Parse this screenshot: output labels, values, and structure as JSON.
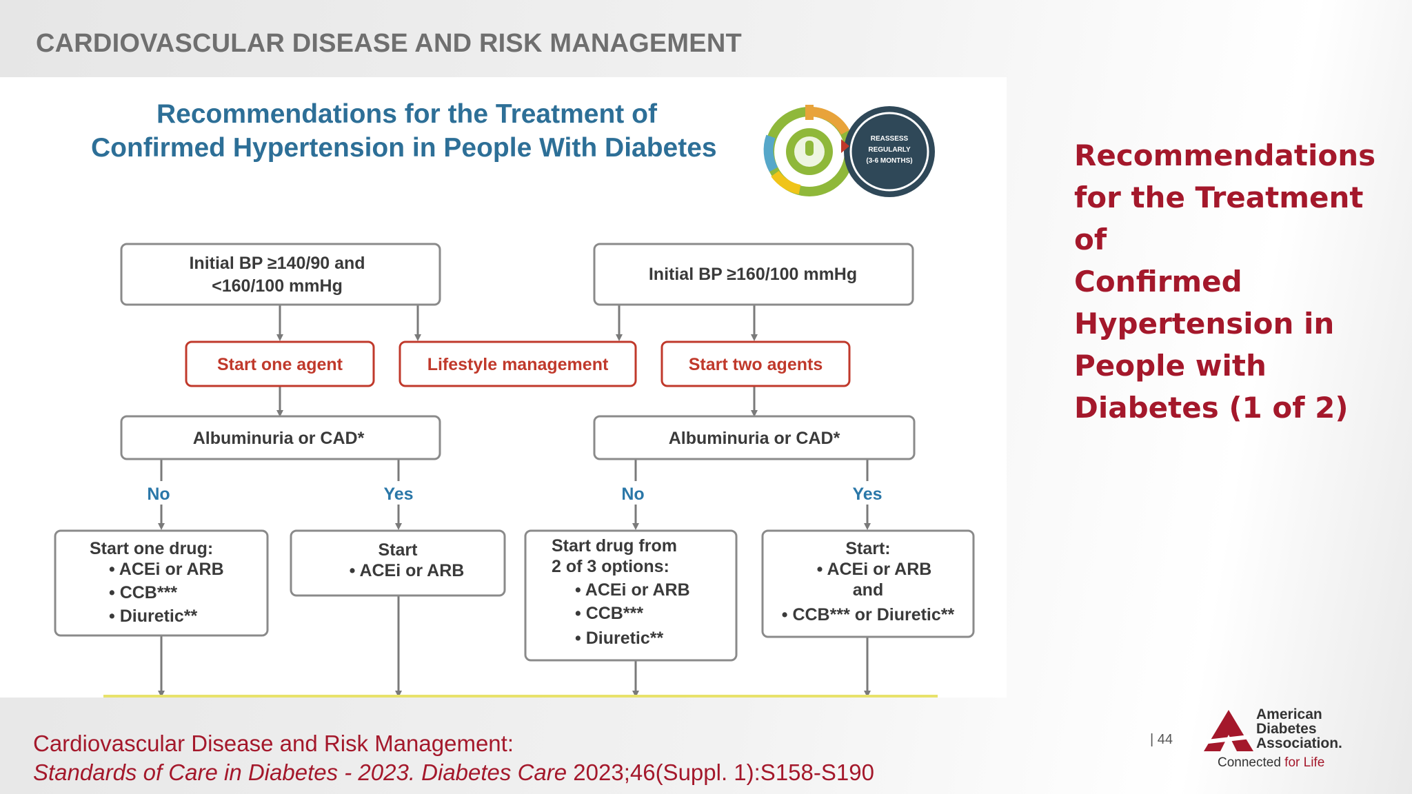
{
  "header": {
    "section": "CARDIOVASCULAR DISEASE AND RISK MANAGEMENT"
  },
  "slide_title": {
    "lines": [
      "Recommendations",
      "for the Treatment of",
      "Confirmed",
      "Hypertension in",
      "People with",
      "Diabetes (1 of 2)"
    ]
  },
  "flowchart": {
    "title_lines": [
      "Recommendations for the Treatment of",
      "Confirmed Hypertension in People With Diabetes"
    ],
    "cycle_badge_lines": [
      "REASSESS",
      "REGULARLY",
      "(3-6 MONTHS)"
    ],
    "initial_left_lines": [
      "Initial BP ≥140/90 and",
      "<160/100 mmHg"
    ],
    "initial_right": "Initial BP ≥160/100 mmHg",
    "start_one_agent": "Start one agent",
    "lifestyle": "Lifestyle management",
    "start_two_agents": "Start two agents",
    "albuminuria_left": "Albuminuria or CAD*",
    "albuminuria_right": "Albuminuria or CAD*",
    "branch_no": "No",
    "branch_yes": "Yes",
    "box1_lines": [
      "Start one drug:",
      "• ACEi or ARB",
      "• CCB***",
      "• Diuretic**"
    ],
    "box2_lines": [
      "Start",
      "• ACEi or ARB"
    ],
    "box3_lines": [
      "Start drug from",
      "2 of 3 options:",
      "• ACEi or ARB",
      "• CCB***",
      "• Diuretic**"
    ],
    "box4_lines": [
      "Start:",
      "• ACEi or ARB",
      "and",
      "• CCB*** or Diuretic**"
    ]
  },
  "citation": {
    "line1": "Cardiovascular Disease and Risk Management:",
    "line2_italic": "Standards of Care in Diabetes - 2023. Diabetes Care",
    "line2_rest": " 2023;46(Suppl. 1):S158-S190"
  },
  "page_number": "| 44",
  "logo": {
    "name_lines": [
      "American",
      "Diabetes",
      "Association."
    ],
    "tagline_a": "Connected",
    "tagline_b": " for Life"
  },
  "colors": {
    "brand_red": "#a4182b",
    "flow_blue": "#2d6f97",
    "box_red": "#c0392b"
  }
}
